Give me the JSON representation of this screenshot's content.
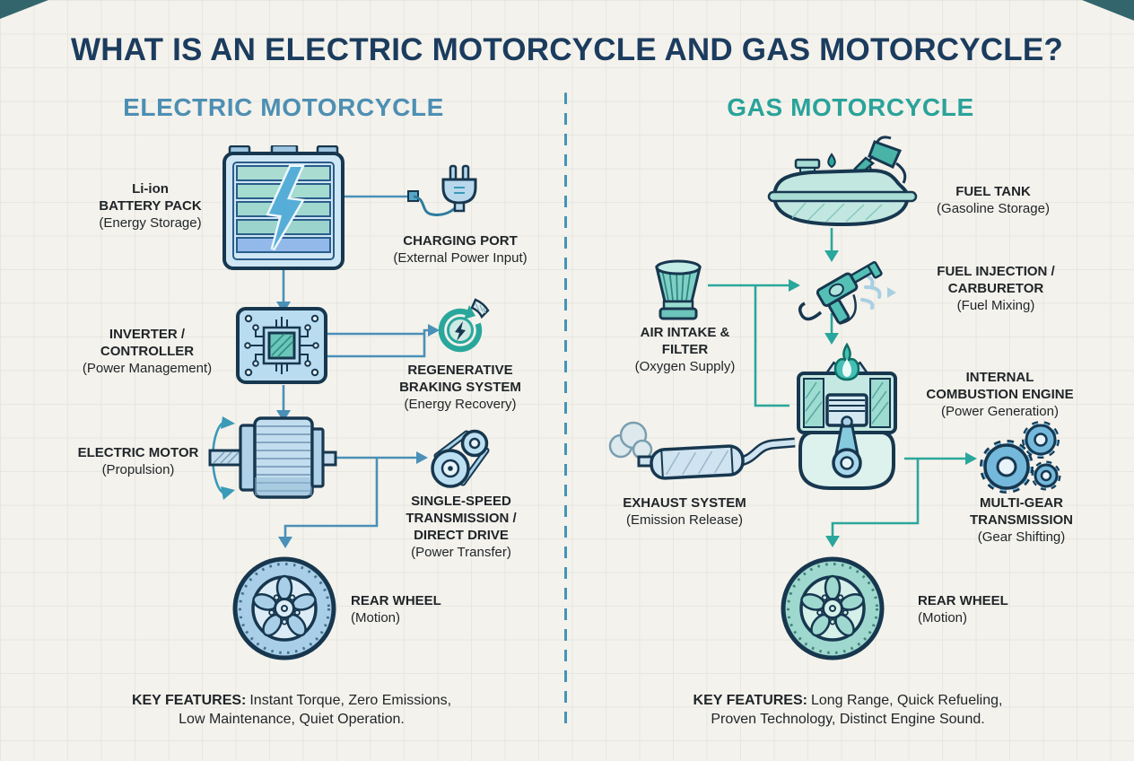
{
  "title": "WHAT IS AN ELECTRIC MOTORCYCLE AND GAS MOTORCYCLE?",
  "columns": {
    "electric": {
      "heading": "ELECTRIC MOTORCYCLE"
    },
    "gas": {
      "heading": "GAS MOTORCYCLE"
    }
  },
  "electric": {
    "battery": {
      "l1": "Li-ion",
      "l2": "BATTERY PACK",
      "sub": "(Energy Storage)"
    },
    "charging": {
      "l1": "CHARGING PORT",
      "sub": "(External Power Input)"
    },
    "inverter": {
      "l1": "INVERTER /",
      "l2": "CONTROLLER",
      "sub": "(Power Management)"
    },
    "regen": {
      "l1": "REGENERATIVE",
      "l2": "BRAKING SYSTEM",
      "sub": "(Energy Recovery)"
    },
    "motor": {
      "l1": "ELECTRIC MOTOR",
      "sub": "(Propulsion)"
    },
    "transmission": {
      "l1": "SINGLE-SPEED",
      "l2": "TRANSMISSION /",
      "l3": "DIRECT DRIVE",
      "sub": "(Power Transfer)"
    },
    "wheel": {
      "l1": "REAR WHEEL",
      "sub": "(Motion)"
    },
    "key_features": {
      "label": "KEY FEATURES:",
      "line1": "Instant Torque, Zero Emissions,",
      "line2": "Low Maintenance, Quiet Operation."
    }
  },
  "gas": {
    "tank": {
      "l1": "FUEL TANK",
      "sub": "(Gasoline Storage)"
    },
    "injection": {
      "l1": "FUEL INJECTION /",
      "l2": "CARBURETOR",
      "sub": "(Fuel Mixing)"
    },
    "air": {
      "l1": "AIR INTAKE &",
      "l2": "FILTER",
      "sub": "(Oxygen Supply)"
    },
    "engine": {
      "l1": "INTERNAL",
      "l2": "COMBUSTION ENGINE",
      "sub": "(Power Generation)"
    },
    "exhaust": {
      "l1": "EXHAUST SYSTEM",
      "sub": "(Emission Release)"
    },
    "gears": {
      "l1": "MULTI-GEAR",
      "l2": "TRANSMISSION",
      "sub": "(Gear Shifting)"
    },
    "wheel": {
      "l1": "REAR WHEEL",
      "sub": "(Motion)"
    },
    "key_features": {
      "label": "KEY FEATURES:",
      "line1": "Long Range, Quick Refueling,",
      "line2": "Proven Technology, Distinct Engine Sound."
    }
  },
  "icons": {
    "electric": [
      "battery-icon",
      "charging-plug-icon",
      "inverter-chip-icon",
      "regenerative-braking-icon",
      "electric-motor-icon",
      "belt-drive-icon",
      "rear-wheel-icon"
    ],
    "gas": [
      "fuel-tank-icon",
      "fuel-nozzle-icon",
      "air-filter-icon",
      "combustion-engine-icon",
      "exhaust-icon",
      "gears-icon",
      "rear-wheel-icon"
    ]
  },
  "colors": {
    "title": "#1b3c5e",
    "electric_heading": "#4d8fb3",
    "gas_heading": "#2aa39a",
    "electric_accent": "#4a90b8",
    "gas_accent": "#2aa79c",
    "outline": "#17374f",
    "text": "#1f2428",
    "background": "#f4f2ec"
  }
}
